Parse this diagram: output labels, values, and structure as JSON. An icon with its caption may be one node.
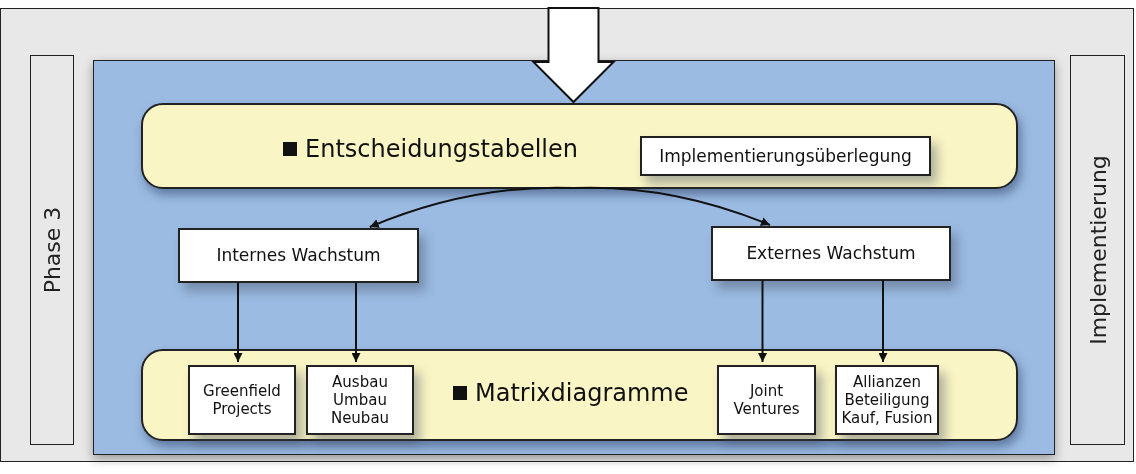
{
  "diagram": {
    "nodes": [
      {
        "text": [
          "Phase 3"
        ]
      },
      {
        "text": [],
        "shape": "box"
      },
      {
        "text": [
          "Entscheidungstabellen"
        ],
        "in": 1
      },
      {
        "text": [
          "Implementierungsüberlegung"
        ],
        "in": 2
      },
      {
        "text": [
          "Internes Wachstum"
        ],
        "in": 1
      },
      {
        "text": [
          "Externes Wachstum"
        ],
        "in": 1
      },
      {
        "text": [
          "Matrixdiagramme"
        ],
        "in": 1
      },
      {
        "text": [
          "Greenfield Projects"
        ],
        "in": 6
      },
      {
        "text": [
          "Ausbau Umbau Neubau"
        ],
        "in": 6
      },
      {
        "text": [
          "Joint Ventures"
        ],
        "in": 6
      },
      {
        "text": [
          "Allianzen Beteiligung Kauf, Fusion"
        ],
        "in": 6
      },
      {
        "text": [
          "Implementierung"
        ]
      }
    ],
    "edges": [
      {
        "from": null,
        "to": 2,
        "arrow": "to",
        "style": "thick"
      },
      {
        "from": 2,
        "to": 4,
        "arrow": "to"
      },
      {
        "from": 2,
        "to": 5,
        "arrow": "to"
      },
      {
        "from": 4,
        "to": 7,
        "arrow": "to"
      },
      {
        "from": 4,
        "to": 8,
        "arrow": "to"
      },
      {
        "from": 5,
        "to": 9,
        "arrow": "to"
      },
      {
        "from": 5,
        "to": 10,
        "arrow": "to"
      }
    ]
  }
}
